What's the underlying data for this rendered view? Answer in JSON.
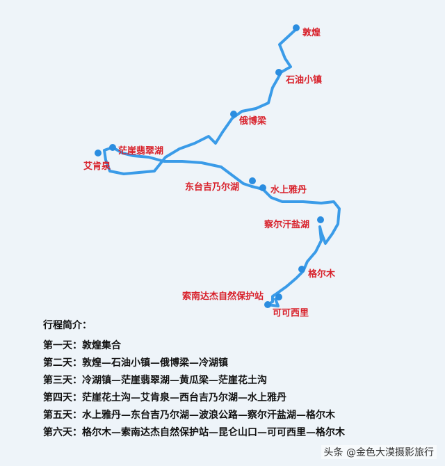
{
  "map": {
    "route_color": "#3a9be8",
    "label_color": "#d8202a",
    "stops": [
      {
        "name": "敦煌"
      },
      {
        "name": "石油小镇"
      },
      {
        "name": "俄博梁"
      },
      {
        "name": "茫崖翡翠湖"
      },
      {
        "name": "艾肯泉"
      },
      {
        "name": "东台吉乃尔湖"
      },
      {
        "name": "水上雅丹"
      },
      {
        "name": "察尔汗盐湖"
      },
      {
        "name": "格尔木"
      },
      {
        "name": "索南达杰自然保护站"
      },
      {
        "name": "可可西里"
      }
    ]
  },
  "itinerary": {
    "title": "行程简介：",
    "days": [
      {
        "label": "第一天：",
        "text": "敦煌集合"
      },
      {
        "label": "第二天：",
        "text": "敦煌—石油小镇—俄博梁—冷湖镇"
      },
      {
        "label": "第三天：",
        "text": "冷湖镇—茫崖翡翠湖—黄瓜梁—茫崖花土沟"
      },
      {
        "label": "第四天：",
        "text": "茫崖花土沟—艾肯泉—西台吉乃尔湖—水上雅丹"
      },
      {
        "label": "第五天：",
        "text": "水上雅丹—东台吉乃尔湖—波浪公路—察尔汗盐湖—格尔木"
      },
      {
        "label": "第六天：",
        "text": "格尔木—索南达杰自然保护站—昆仑山口—可可西里—格尔木"
      }
    ]
  },
  "watermark": "头条 @金色大漠摄影旅行"
}
